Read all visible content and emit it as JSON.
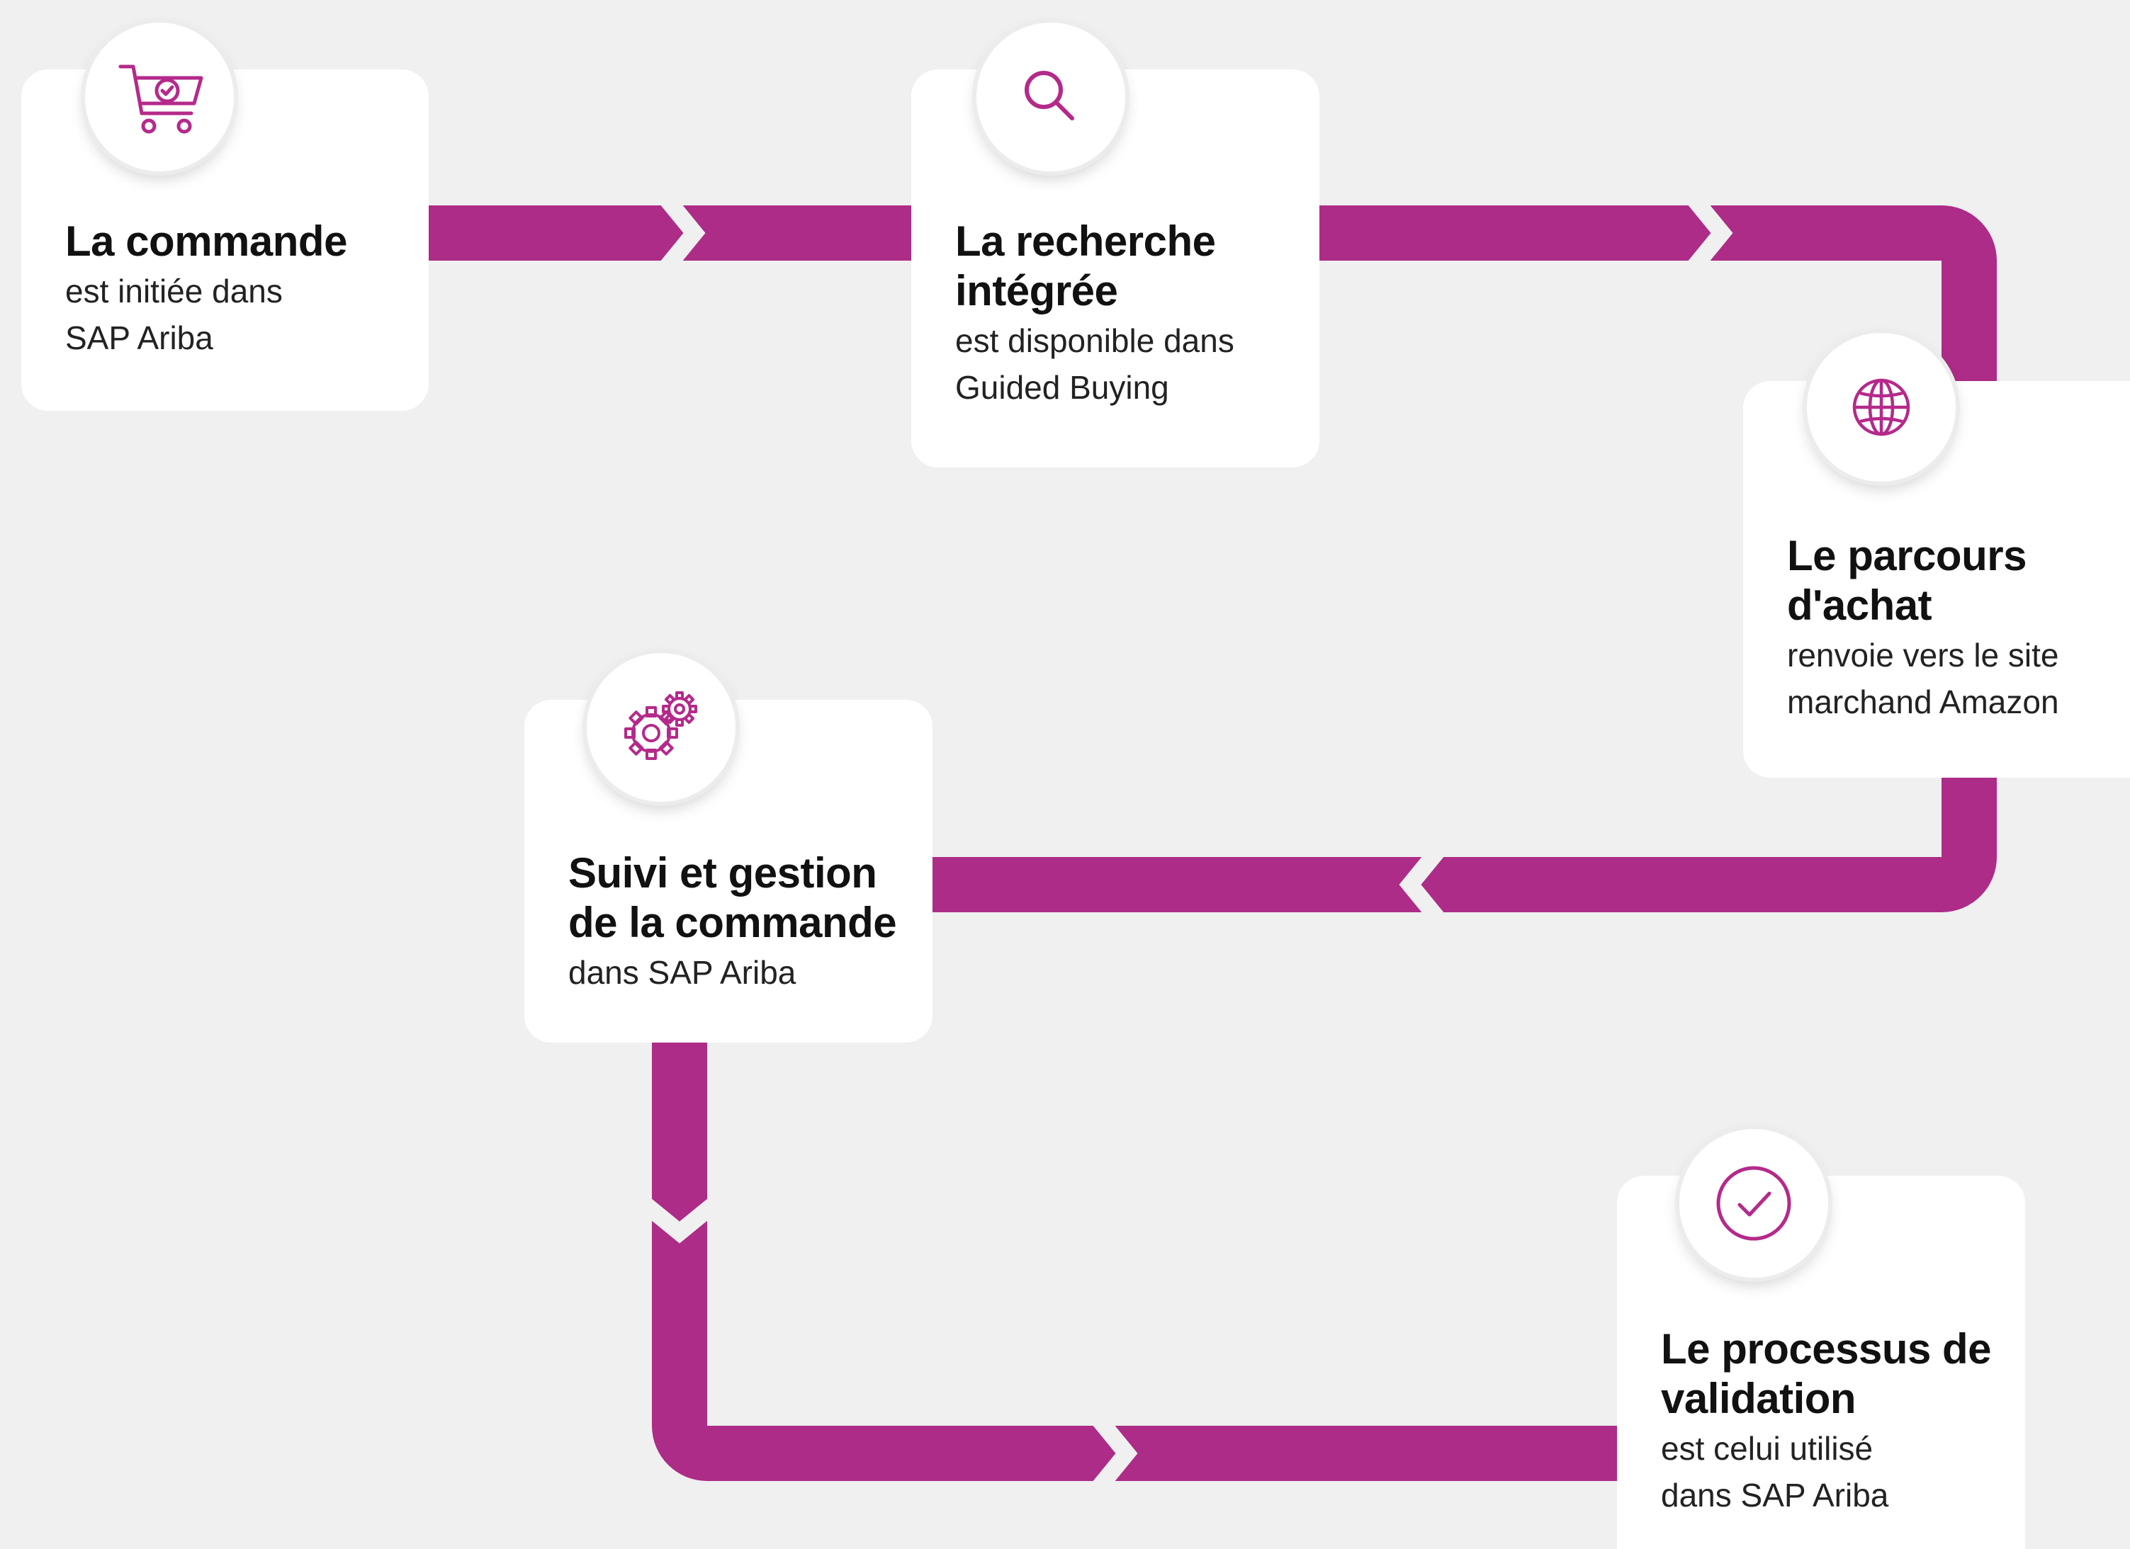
{
  "colors": {
    "background": "#f0f0f0",
    "flow": "#ad2c87",
    "card": "#ffffff",
    "icon": "#b42a8a",
    "title": "#111111",
    "text": "#222222"
  },
  "steps": [
    {
      "icon": "shopping-cart-check-icon",
      "title": [
        "La commande"
      ],
      "desc": [
        "est initiée dans",
        "SAP Ariba"
      ]
    },
    {
      "icon": "search-icon",
      "title": [
        "La recherche",
        "intégrée"
      ],
      "desc": [
        "est disponible dans",
        "Guided Buying"
      ]
    },
    {
      "icon": "globe-icon",
      "title": [
        "Le parcours",
        "d'achat"
      ],
      "desc": [
        "renvoie vers le site",
        "marchand Amazon"
      ]
    },
    {
      "icon": "gears-icon",
      "title": [
        "Suivi et gestion",
        "de la commande"
      ],
      "desc": [
        "dans SAP Ariba"
      ]
    },
    {
      "icon": "check-circle-icon",
      "title": [
        "Le processus de",
        "validation"
      ],
      "desc": [
        "est celui utilisé",
        "dans SAP Ariba"
      ]
    }
  ]
}
